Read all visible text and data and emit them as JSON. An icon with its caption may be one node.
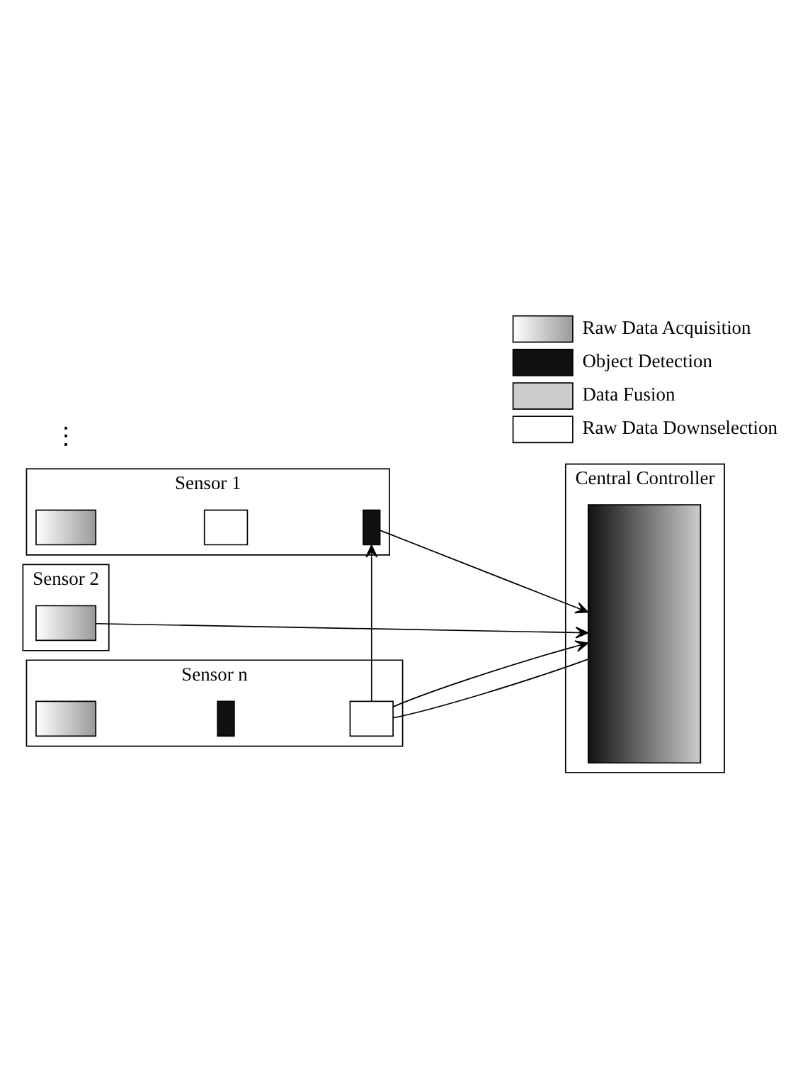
{
  "diagram": {
    "nodes": [
      {
        "text": [
          "Sensor 1"
        ]
      },
      {
        "text": [],
        "shape": "box",
        "in": 0
      },
      {
        "text": [],
        "shape": "box",
        "in": 0
      },
      {
        "text": [],
        "shape": "box",
        "in": 0
      },
      {
        "text": [
          "Sensor 2"
        ]
      },
      {
        "text": [],
        "shape": "box",
        "in": 4
      },
      {
        "text": [
          "Sensor n"
        ]
      },
      {
        "text": [],
        "shape": "box",
        "in": 6
      },
      {
        "text": [],
        "shape": "box",
        "in": 6
      },
      {
        "text": [],
        "shape": "box",
        "in": 6
      },
      {
        "text": [
          "Central Controller"
        ]
      },
      {
        "text": [],
        "shape": "box",
        "in": 10
      }
    ],
    "edges": [
      {
        "from": 3,
        "to": 11,
        "arrow": "to"
      },
      {
        "from": 9,
        "to": 3,
        "arrow": "to"
      },
      {
        "from": 9,
        "to": 11,
        "arrow": "none"
      },
      {
        "from": 5,
        "to": 11,
        "arrow": "to"
      },
      {
        "from": 9,
        "to": 11,
        "arrow": "to"
      }
    ],
    "labels": [
      "⋮"
    ],
    "legend": [
      {
        "text": "Raw Data Acquisition"
      },
      {
        "text": "Object Detection"
      },
      {
        "text": "Data Fusion"
      },
      {
        "text": "Raw Data Downselection"
      }
    ]
  }
}
